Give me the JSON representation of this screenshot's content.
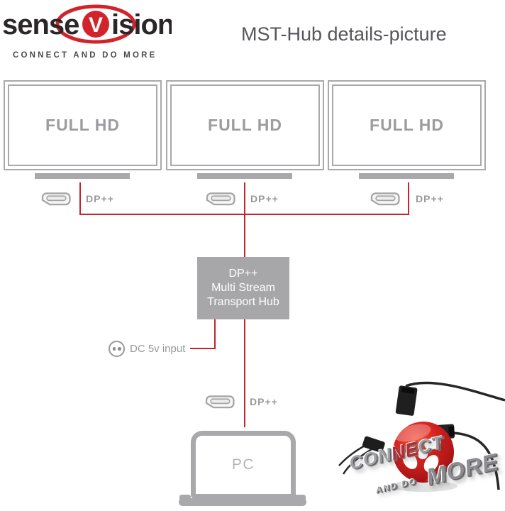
{
  "brand": {
    "name_left": "sense",
    "name_mid": "V",
    "name_right": "ision",
    "tagline": "CONNECT AND DO MORE"
  },
  "title": "MST-Hub details-picture",
  "monitors": [
    {
      "label": "FULL HD",
      "port_label": "DP++"
    },
    {
      "label": "FULL HD",
      "port_label": "DP++"
    },
    {
      "label": "FULL HD",
      "port_label": "DP++"
    }
  ],
  "hub": {
    "lines": [
      "DP++",
      "Multi Stream",
      "Transport Hub"
    ]
  },
  "power": {
    "label": "DC 5v input"
  },
  "pc": {
    "label": "PC",
    "port_label": "DP++"
  },
  "footer_logo": {
    "connect_start": "CON",
    "connect_red": "NE",
    "connect_end": "CT",
    "and_do": "AND DO",
    "more": "MORE"
  },
  "colors": {
    "cable_red": "#c2262e",
    "brand_red": "#d2232a",
    "device_gray": "#a9a9ab",
    "label_gray": "#98989a"
  }
}
